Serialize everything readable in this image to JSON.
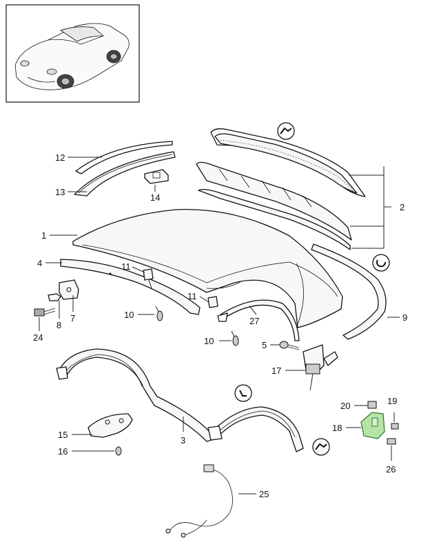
{
  "diagram": {
    "callouts": {
      "c1": "1",
      "c2": "2",
      "c3": "3",
      "c4": "4",
      "c5": "5",
      "c7": "7",
      "c8": "8",
      "c9": "9",
      "c10a": "10",
      "c10b": "10",
      "c11a": "11",
      "c11b": "11",
      "c12": "12",
      "c13": "13",
      "c14": "14",
      "c15": "15",
      "c16": "16",
      "c17": "17",
      "c18": "18",
      "c19": "19",
      "c20": "20",
      "c24": "24",
      "c25": "25",
      "c26": "26",
      "c27": "27"
    },
    "highlight_color": "#4caf50",
    "icons": [
      "hand-note-icon",
      "ring-clip-icon",
      "hand-note-icon",
      "hand-note-icon"
    ]
  }
}
